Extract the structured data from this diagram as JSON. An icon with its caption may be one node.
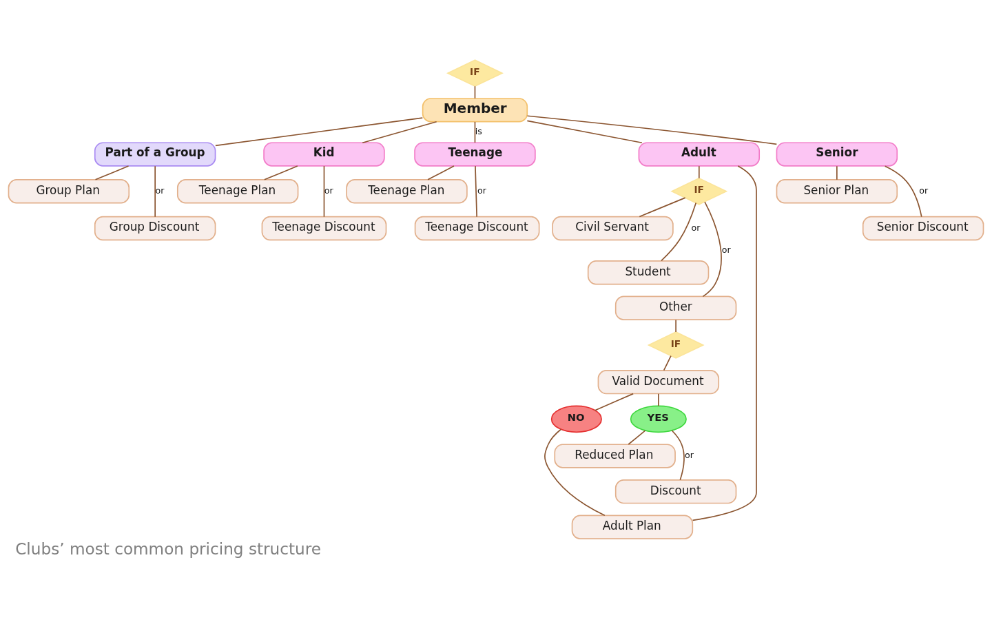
{
  "diagram": {
    "caption": "Clubs’ most common pricing structure",
    "nodes": [
      {
        "text": [
          "IF"
        ]
      },
      {
        "text": [
          "Member"
        ]
      },
      {
        "text": [
          "Part of a Group"
        ]
      },
      {
        "text": [
          "Group Plan"
        ]
      },
      {
        "text": [
          "Group Discount"
        ]
      },
      {
        "text": [
          "Kid"
        ]
      },
      {
        "text": [
          "Teenage Plan"
        ]
      },
      {
        "text": [
          "Teenage Discount"
        ]
      },
      {
        "text": [
          "Teenage"
        ]
      },
      {
        "text": [
          "Teenage Plan"
        ]
      },
      {
        "text": [
          "Teenage Discount"
        ]
      },
      {
        "text": [
          "Adult"
        ]
      },
      {
        "text": [
          "IF"
        ]
      },
      {
        "text": [
          "Civil Servant"
        ]
      },
      {
        "text": [
          "Student"
        ]
      },
      {
        "text": [
          "Other"
        ]
      },
      {
        "text": [
          "IF"
        ]
      },
      {
        "text": [
          "Valid Document"
        ]
      },
      {
        "text": [
          "NO"
        ]
      },
      {
        "text": [
          "YES"
        ]
      },
      {
        "text": [
          "Reduced Plan"
        ]
      },
      {
        "text": [
          "Discount"
        ]
      },
      {
        "text": [
          "Adult Plan"
        ]
      },
      {
        "text": [
          "Senior"
        ]
      },
      {
        "text": [
          "Senior Plan"
        ]
      },
      {
        "text": [
          "Senior Discount"
        ]
      }
    ],
    "edges": [
      {
        "from": 0,
        "to": 1,
        "arrow": "none"
      },
      {
        "from": 1,
        "to": 2,
        "arrow": "none"
      },
      {
        "from": 1,
        "to": 5,
        "arrow": "none"
      },
      {
        "from": 1,
        "to": 8,
        "arrow": "none",
        "label": "is"
      },
      {
        "from": 1,
        "to": 11,
        "arrow": "none"
      },
      {
        "from": 1,
        "to": 23,
        "arrow": "none"
      },
      {
        "from": 2,
        "to": 3,
        "arrow": "none"
      },
      {
        "from": 2,
        "to": 4,
        "arrow": "none",
        "label": "or"
      },
      {
        "from": 5,
        "to": 6,
        "arrow": "none"
      },
      {
        "from": 5,
        "to": 7,
        "arrow": "none",
        "label": "or"
      },
      {
        "from": 8,
        "to": 9,
        "arrow": "none"
      },
      {
        "from": 8,
        "to": 10,
        "arrow": "none",
        "label": "or"
      },
      {
        "from": 11,
        "to": 12,
        "arrow": "none"
      },
      {
        "from": 12,
        "to": 13,
        "arrow": "none"
      },
      {
        "from": 12,
        "to": 14,
        "arrow": "none",
        "label": "or"
      },
      {
        "from": 12,
        "to": 15,
        "arrow": "none",
        "label": "or"
      },
      {
        "from": 15,
        "to": 16,
        "arrow": "none"
      },
      {
        "from": 16,
        "to": 17,
        "arrow": "none"
      },
      {
        "from": 17,
        "to": 18,
        "arrow": "none"
      },
      {
        "from": 17,
        "to": 19,
        "arrow": "none"
      },
      {
        "from": 19,
        "to": 20,
        "arrow": "none"
      },
      {
        "from": 19,
        "to": 21,
        "arrow": "none",
        "label": "or"
      },
      {
        "from": 18,
        "to": 22,
        "arrow": "none"
      },
      {
        "from": 11,
        "to": 22,
        "arrow": "none"
      },
      {
        "from": 23,
        "to": 24,
        "arrow": "none"
      },
      {
        "from": 23,
        "to": 25,
        "arrow": "none",
        "label": "or"
      }
    ]
  }
}
